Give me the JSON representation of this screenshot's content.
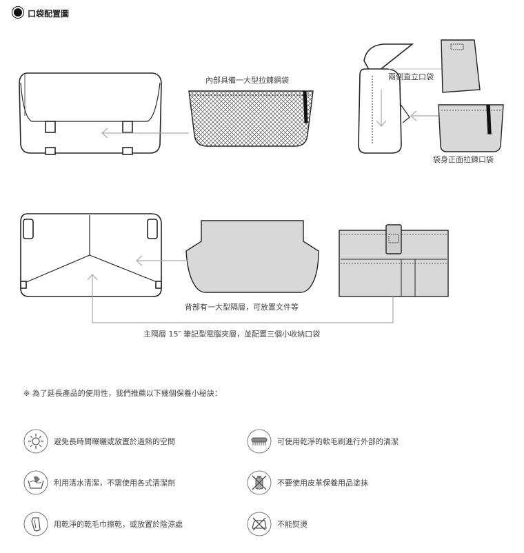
{
  "header": {
    "title": "口袋配置圖"
  },
  "labels": {
    "mesh_pocket": "內部具備一大型拉鍊網袋",
    "side_pockets": "兩側直立口袋",
    "front_zip_pocket": "袋身正面拉鍊口袋",
    "back_layer": "背部有一大型隔層，可放置文件等",
    "main_compartment": "主隔層 15″ 筆記型電腦夾層，並配置三個小收納口袋"
  },
  "tips": {
    "intro": "※ 為了延長產品的使用性，我們推薦以下幾個保養小秘訣：",
    "items": [
      {
        "icon": "sun-icon",
        "text": "避免長時間曝曬或放置於過熱的空間"
      },
      {
        "icon": "brush-icon",
        "text": "可使用乾淨的軟毛刷進行外部的清潔"
      },
      {
        "icon": "wash-icon",
        "text": "利用清水清潔，不需使用各式清潔劑"
      },
      {
        "icon": "no-leather-care-icon",
        "text": "不要使用皮革保養用品塗抹"
      },
      {
        "icon": "towel-icon",
        "text": "用乾淨的乾毛巾擦乾，或放置於陰涼處"
      },
      {
        "icon": "no-iron-icon",
        "text": "不能熨燙"
      }
    ]
  }
}
